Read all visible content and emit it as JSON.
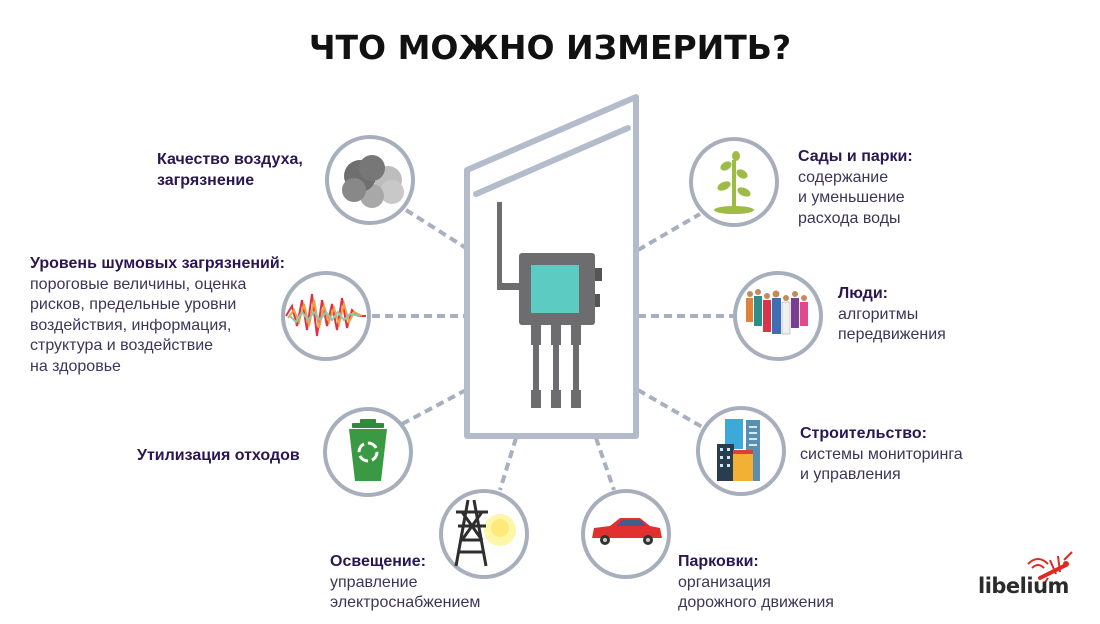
{
  "title": "ЧТО МОЖНО ИЗМЕРИТЬ?",
  "colors": {
    "circle_border": "#a7afbd",
    "connector": "#a7b0c0",
    "device_outline": "#b4bccb",
    "device_body": "#6d6d6f",
    "device_screen": "#5ccbc2",
    "heading_text": "#2a1650",
    "body_text": "#3d3558",
    "logo_accent": "#e0291f"
  },
  "center": {
    "name": "sensor-device",
    "description": "Датчик на столбе с антенной"
  },
  "items": [
    {
      "id": "air",
      "icon": "smog-cloud-icon",
      "heading": "Качество воздуха,",
      "heading2": "загрязнение",
      "body": []
    },
    {
      "id": "noise",
      "icon": "sound-wave-icon",
      "heading": "Уровень шумовых загрязнений:",
      "body": [
        "пороговые величины, оценка",
        "рисков, предельные уровни",
        "воздействия, информация,",
        "структура и воздействие",
        "на здоровье"
      ]
    },
    {
      "id": "waste",
      "icon": "recycle-bin-icon",
      "heading": "Утилизация отходов",
      "body": []
    },
    {
      "id": "lighting",
      "icon": "power-tower-bulb-icon",
      "heading": "Освещение:",
      "body": [
        "управление",
        "электроснабжением"
      ]
    },
    {
      "id": "parking",
      "icon": "car-icon",
      "heading": "Парковки:",
      "body": [
        "организация",
        "дорожного движения"
      ]
    },
    {
      "id": "construction",
      "icon": "buildings-icon",
      "heading": "Строительство:",
      "body": [
        "системы мониторинга",
        "и управления"
      ]
    },
    {
      "id": "people",
      "icon": "crowd-icon",
      "heading": "Люди:",
      "body": [
        "алгоритмы",
        "передвижения"
      ]
    },
    {
      "id": "gardens",
      "icon": "plant-sprout-icon",
      "heading": "Сады и парки:",
      "body": [
        "содержание",
        "и уменьшение",
        "расхода воды"
      ]
    }
  ],
  "logo": {
    "text": "libelium",
    "icon": "dragonfly-signal-icon"
  }
}
